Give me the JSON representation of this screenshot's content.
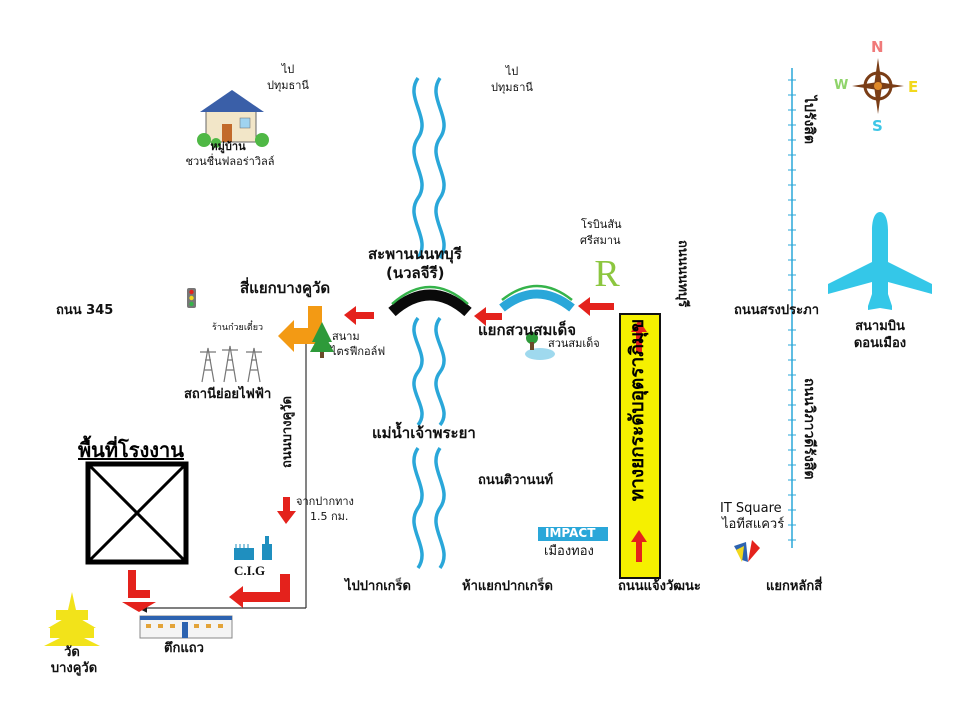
{
  "colors": {
    "river": "#2aa7d9",
    "arrow": "#e4221c",
    "road": "#1a1a1a",
    "highway_fill": "#f5f000",
    "bridge": "#0a0a0a",
    "orange_arrow": "#f39a14",
    "plane": "#34c7e8",
    "compass_n": "#f07a7a",
    "compass_e": "#f2d81e",
    "compass_w": "#8fd46a",
    "compass_s": "#3ec6e6"
  },
  "compass": {
    "n": "N",
    "e": "E",
    "s": "S",
    "w": "W"
  },
  "labels": {
    "pathum_left_1": "ไป",
    "pathum_left_2": "ปทุมธานี",
    "pathum_right_1": "ไป",
    "pathum_right_2": "ปทุมธานี",
    "village_1": "หมู่บ้าน",
    "village_2": "ชวนชื่นฟลอร่าวิลล์",
    "nonthaburi_bridge_1": "สะพานนนทบุรี",
    "nonthaburi_bridge_2": "(นวลจีรี)",
    "bang_khu_wat_junction": "สี่แยกบางคูวัด",
    "road_345": "ถนน 345",
    "shop": "ร้านก๋วยเตี๋ยว",
    "golf_1": "สนาม",
    "golf_2": "ไตรฟีกอล์ฟ",
    "substation": "สถานีย่อยไฟฟ้า",
    "suan_somdet_junction": "แยกสวนสมเด็จ",
    "suan_somdet": "สวนสมเด็จ",
    "robinson_1": "โรบินสัน",
    "robinson_2": "ศรีสมาน",
    "river_name": "แม่น้ำเจ้าพระยา",
    "tiwanon_road": "ถนนติวานนท์",
    "from_pakthang_1": "จากปากทาง",
    "from_pakthang_2": "1.5 กม.",
    "cig": "C.I.G",
    "impact_logo": "IMPACT",
    "muang_thong": "เมืองทอง",
    "it_square_1": "IT Square",
    "it_square_2": "ไอทีสแควร์",
    "to_pak_kret": "ไปปากเกร็ด",
    "pak_kret_junction": "ห้าแยกปากเกร็ด",
    "chaeng_watthana": "ถนนแจ้งวัฒนะ",
    "lak_si": "แยกหลักสี่",
    "song_prapha": "ถนนสรงประภา",
    "airport_1": "สนามบิน",
    "airport_2": "ดอนเมือง",
    "tuk_kaew": "ตึกแถว",
    "temple_1": "วัด",
    "temple_2": "บางคูวัด",
    "factory_area": "พื้นที่โรงงาน",
    "highway_center": "ทางยกระดับอุตราภิมุข",
    "to_rangsit": "ไปรังสิต",
    "vibhavadi": "ถนนวิภาวดีรังสิต",
    "road_right_top": "ถนนนนทบุรี",
    "bang_khu_wat_road": "ถนนบางคูวัด"
  }
}
